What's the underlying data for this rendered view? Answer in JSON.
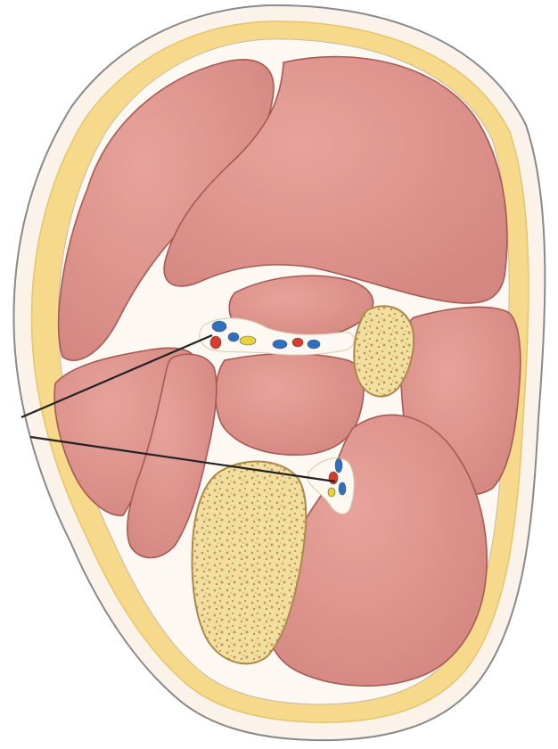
{
  "diagram": {
    "kind": "anatomical-cross-section",
    "labels": []
  },
  "colors": {
    "background": "#ffffff",
    "skin": "#fbf2ea",
    "skin_outline": "#8a8a8a",
    "fat": "#f6d98a",
    "fat_dark": "#eec96a",
    "fascia": "#fdf9f2",
    "muscle": "#d98c86",
    "muscle_light": "#e7a49c",
    "muscle_outline": "#a65a55",
    "bone": "#f1dfa0",
    "bone_speckle": "#c9945a",
    "bone_outline": "#a98a4a",
    "artery": "#d93a2b",
    "vein": "#2f6fc2",
    "nerve": "#e8d236",
    "pointer_line": "#222222"
  },
  "vessel_groups": [
    {
      "name": "vessel-bundle-upper",
      "items": [
        "vein",
        "artery",
        "vein",
        "nerve",
        "vein",
        "artery",
        "vein"
      ]
    },
    {
      "name": "vessel-bundle-lower",
      "items": [
        "vein",
        "artery",
        "vein",
        "nerve"
      ]
    }
  ],
  "pointer_lines": 2
}
